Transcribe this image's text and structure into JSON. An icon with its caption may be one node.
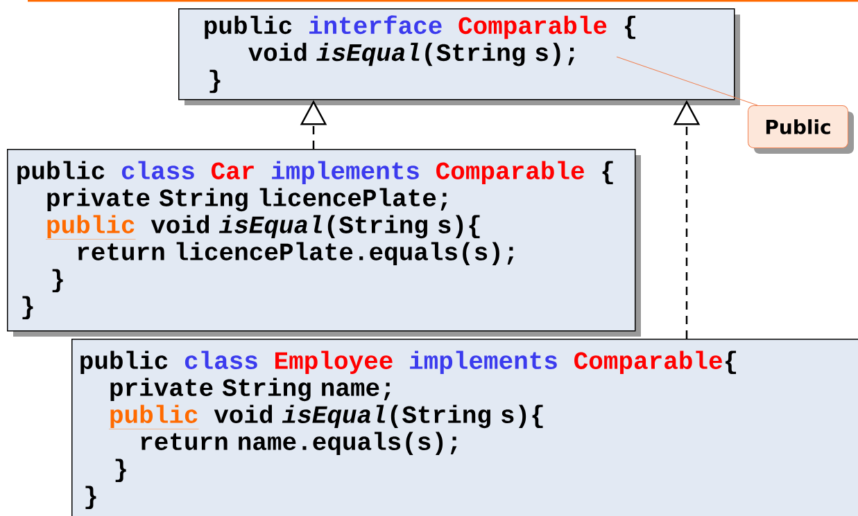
{
  "diagram": {
    "nodes": [
      {
        "text": [
          "public",
          "interface",
          "Comparable",
          "{",
          "void *isEqual*(String s);",
          "}"
        ]
      },
      {
        "text": [
          "public",
          "class",
          "Car",
          "implements",
          "Comparable",
          "{",
          "private String licencePlate;",
          "public",
          "void *isEqual*(String s){",
          "return licencePlate.equals(s);",
          "}",
          "}"
        ]
      },
      {
        "text": [
          "public",
          "class",
          "Employee",
          "implements",
          "Comparable",
          "{",
          "private String name;",
          "public",
          "void *isEqual*(String s){",
          "return name.equals(s);",
          "}",
          "}"
        ]
      },
      {
        "text": [
          "Public"
        ]
      }
    ],
    "edges": [
      {
        "from": 1,
        "to": 0,
        "arrow": "to",
        "style": "dashed"
      },
      {
        "from": 2,
        "to": 0,
        "arrow": "to",
        "style": "dashed"
      },
      {
        "from": 3,
        "to": 0,
        "arrow": "none",
        "color": "#f08050"
      }
    ]
  }
}
